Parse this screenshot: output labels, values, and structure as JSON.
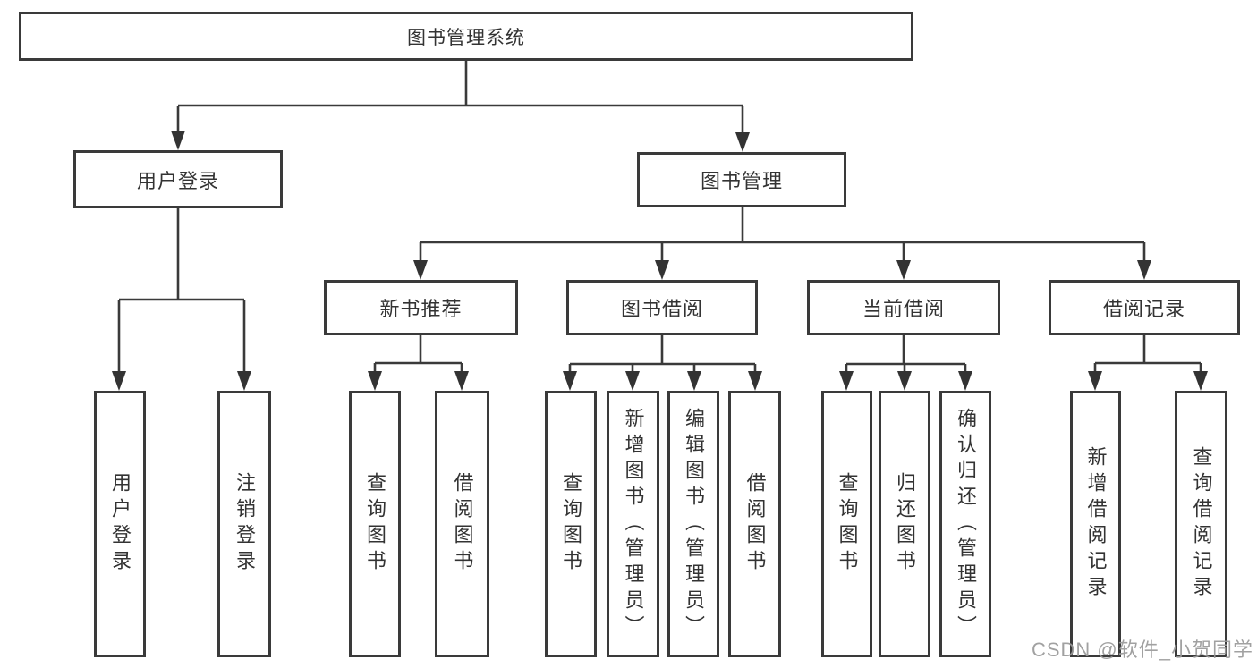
{
  "diagram": {
    "root": "图书管理系统",
    "user_login": {
      "label": "用户登录",
      "children": [
        "用户登录",
        "注销登录"
      ]
    },
    "book_management": {
      "label": "图书管理",
      "sections": [
        {
          "label": "新书推荐",
          "children": [
            "查询图书",
            "借阅图书"
          ]
        },
        {
          "label": "图书借阅",
          "children": [
            "查询图书",
            "新增图书（管理员）",
            "编辑图书（管理员）",
            "借阅图书"
          ]
        },
        {
          "label": "当前借阅",
          "children": [
            "查询图书",
            "归还图书",
            "确认归还（管理员）"
          ]
        },
        {
          "label": "借阅记录",
          "children": [
            "新增借阅记录",
            "查询借阅记录"
          ]
        }
      ]
    }
  },
  "watermark": "CSDN @软件_小贺同学",
  "colors": {
    "line": "#3a3a3a",
    "text": "#333333",
    "box_background": "#ffffff",
    "watermark": "#9a9a9a"
  }
}
